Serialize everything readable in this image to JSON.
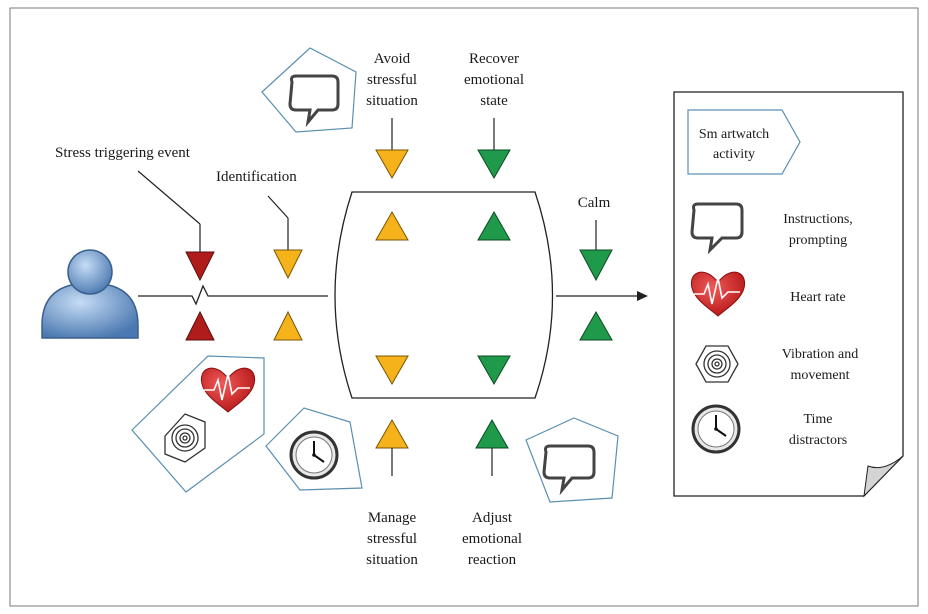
{
  "labels": {
    "stress_triggering_event": "Stress triggering event",
    "identification": "Identification",
    "avoid": [
      "Avoid",
      "stressful",
      "situation"
    ],
    "recover": [
      "Recover",
      "emotional",
      "state"
    ],
    "calm": "Calm",
    "manage": [
      "Manage",
      "stressful",
      "situation"
    ],
    "adjust": [
      "Adjust",
      "emotional",
      "reaction"
    ]
  },
  "legend": {
    "header": [
      "Sm artwatch",
      "activity"
    ],
    "items": [
      {
        "icon": "speech-bubble-icon",
        "text": [
          "Instructions,",
          "prompting"
        ]
      },
      {
        "icon": "heart-rate-icon",
        "text": [
          "Heart rate"
        ]
      },
      {
        "icon": "vibration-icon",
        "text": [
          "Vibration and",
          "movement"
        ]
      },
      {
        "icon": "clock-icon",
        "text": [
          "Time",
          "distractors"
        ]
      }
    ]
  },
  "colors": {
    "red": "#b01c1c",
    "yellow": "#f5b21b",
    "green": "#1f9a4a",
    "frame_blue": "#5b8fb0",
    "line": "#222222",
    "person": "#6f9bd1"
  }
}
